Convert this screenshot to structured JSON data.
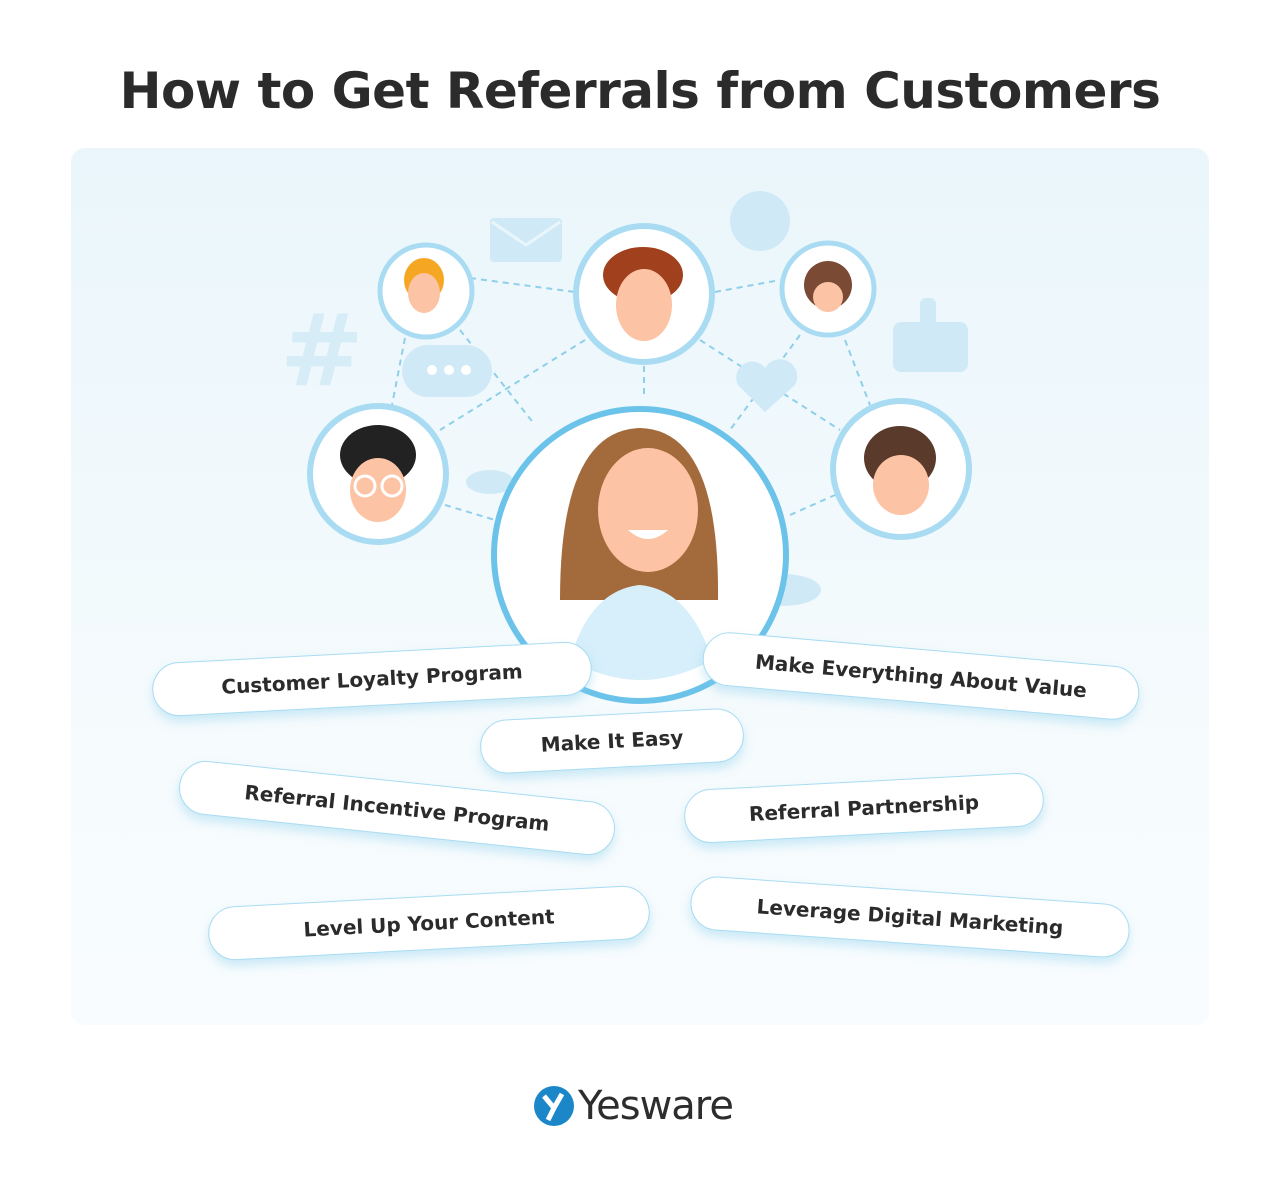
{
  "title": "How to Get Referrals from Customers",
  "tips": [
    "Customer Loyalty Program",
    "Make Everything About Value",
    "Make It Easy",
    "Referral Incentive Program",
    "Referral Partnership",
    "Level Up Your Content",
    "Leverage Digital Marketing"
  ],
  "logo": {
    "text": "Yesware",
    "color": "#1b87c9"
  },
  "colors": {
    "ring": "#a9dcf2",
    "skin": "#fcc3a4",
    "panel": "#eaf6fb"
  }
}
